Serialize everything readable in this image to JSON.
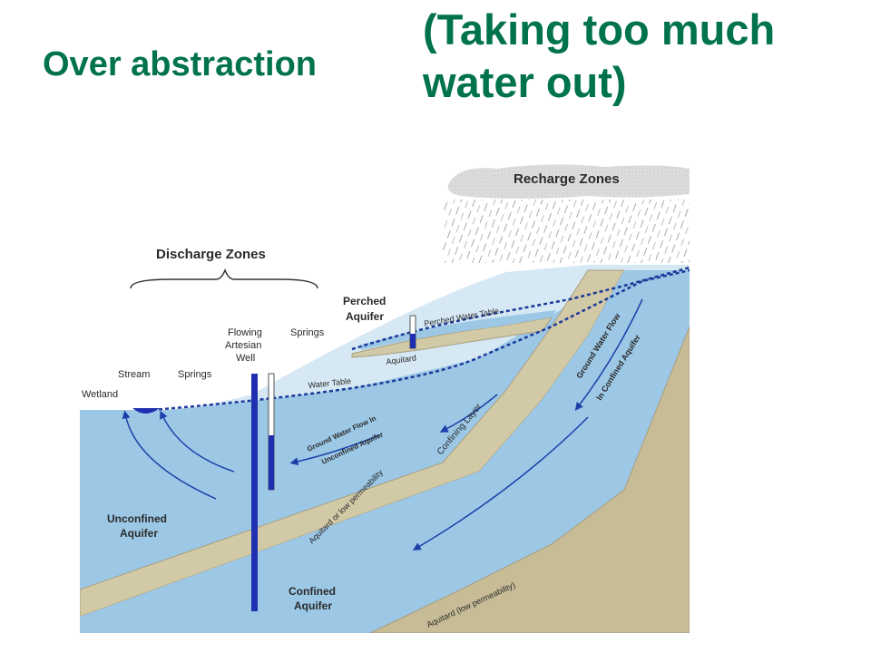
{
  "header": {
    "title_left": "Over abstraction",
    "title_right": "(Taking too much water out)"
  },
  "colors": {
    "title": "#00734a",
    "water_light": "#bdd9ec",
    "aquifer": "#9cc8e6",
    "aquitard": "#d2c9a6",
    "bedrock": "#c8bc97",
    "well": "#1f2fb0",
    "arrow": "#1c3fa8"
  },
  "diagram": {
    "recharge_zones": "Recharge Zones",
    "discharge_zones": "Discharge Zones",
    "perched_aquifer_line1": "Perched",
    "perched_aquifer_line2": "Aquifer",
    "perched_water_table": "Perched Water Table",
    "flowing_artesian_line1": "Flowing",
    "flowing_artesian_line2": "Artesian",
    "flowing_artesian_line3": "Well",
    "springs_upper": "Springs",
    "springs_lower": "Springs",
    "stream": "Stream",
    "wetland": "Wetland",
    "aquitard": "Aquitard",
    "water_table": "Water Table",
    "gw_flow_unconfined_line1": "Ground Water Flow In",
    "gw_flow_unconfined_line2": "Unconfined    Aquifer",
    "confining_layer": "Confining Layer",
    "gw_flow_confined_line1": "Ground Water Flow",
    "gw_flow_confined_line2": "In Confined Aquifer",
    "aquitard_low_perm": "Aquitard or low permeability",
    "unconfined_aquifer_line1": "Unconfined",
    "unconfined_aquifer_line2": "Aquifer",
    "confined_aquifer_line1": "Confined",
    "confined_aquifer_line2": "Aquifer",
    "aquitard_bottom": "Aquitard (low permeability)"
  }
}
